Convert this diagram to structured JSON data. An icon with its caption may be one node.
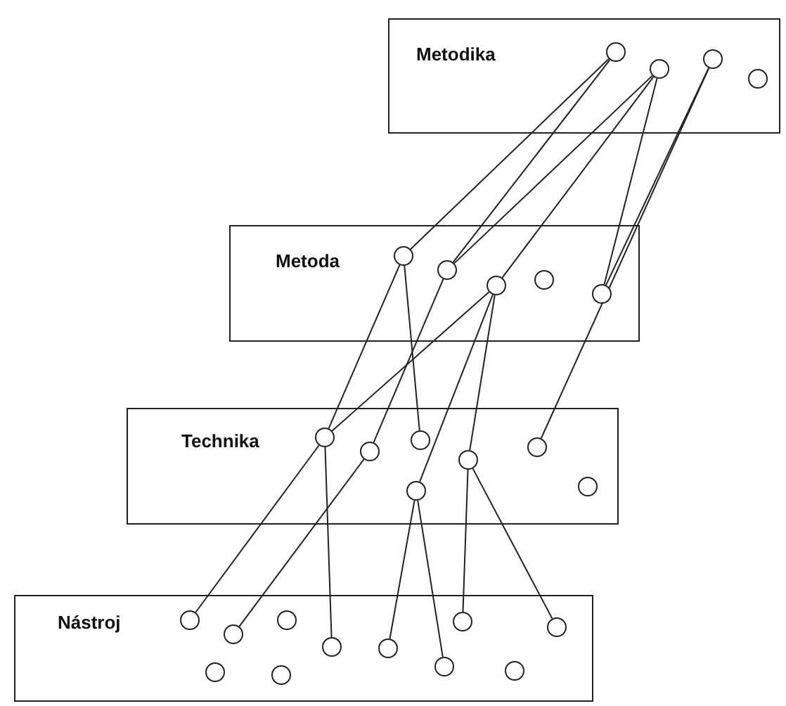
{
  "diagram": {
    "nodes": [
      {
        "text": [
          "Metodika"
        ]
      },
      {
        "text": [],
        "shape": "circle",
        "in": 0
      },
      {
        "text": [],
        "shape": "circle",
        "in": 0
      },
      {
        "text": [],
        "shape": "circle",
        "in": 0
      },
      {
        "text": [],
        "shape": "circle",
        "in": 0
      },
      {
        "text": [
          "Metoda"
        ]
      },
      {
        "text": [],
        "shape": "circle",
        "in": 5
      },
      {
        "text": [],
        "shape": "circle",
        "in": 5
      },
      {
        "text": [],
        "shape": "circle",
        "in": 5
      },
      {
        "text": [],
        "shape": "circle",
        "in": 5
      },
      {
        "text": [],
        "shape": "circle",
        "in": 5
      },
      {
        "text": [
          "Technika"
        ]
      },
      {
        "text": [],
        "shape": "circle",
        "in": 11
      },
      {
        "text": [],
        "shape": "circle",
        "in": 11
      },
      {
        "text": [],
        "shape": "circle",
        "in": 11
      },
      {
        "text": [],
        "shape": "circle",
        "in": 11
      },
      {
        "text": [],
        "shape": "circle",
        "in": 11
      },
      {
        "text": [],
        "shape": "circle",
        "in": 11
      },
      {
        "text": [],
        "shape": "circle",
        "in": 11
      },
      {
        "text": [
          "Nástroj"
        ]
      },
      {
        "text": [],
        "shape": "circle",
        "in": 19
      },
      {
        "text": [],
        "shape": "circle",
        "in": 19
      },
      {
        "text": [],
        "shape": "circle",
        "in": 19
      },
      {
        "text": [],
        "shape": "circle",
        "in": 19
      },
      {
        "text": [],
        "shape": "circle",
        "in": 19
      },
      {
        "text": [],
        "shape": "circle",
        "in": 19
      },
      {
        "text": [],
        "shape": "circle",
        "in": 19
      },
      {
        "text": [],
        "shape": "circle",
        "in": 19
      },
      {
        "text": [],
        "shape": "circle",
        "in": 19
      },
      {
        "text": [],
        "shape": "circle",
        "in": 19
      },
      {
        "text": [],
        "shape": "circle",
        "in": 19
      }
    ],
    "edges": [
      {
        "from": 1,
        "to": 6,
        "arrow": "none"
      },
      {
        "from": 1,
        "to": 7,
        "arrow": "none"
      },
      {
        "from": 2,
        "to": 7,
        "arrow": "none"
      },
      {
        "from": 2,
        "to": 8,
        "arrow": "none"
      },
      {
        "from": 2,
        "to": 10,
        "arrow": "none"
      },
      {
        "from": 3,
        "to": 10,
        "arrow": "none"
      },
      {
        "from": 3,
        "to": 16,
        "arrow": "none"
      },
      {
        "from": 6,
        "to": 12,
        "arrow": "none"
      },
      {
        "from": 6,
        "to": 14,
        "arrow": "none"
      },
      {
        "from": 7,
        "to": 13,
        "arrow": "none"
      },
      {
        "from": 8,
        "to": 12,
        "arrow": "none"
      },
      {
        "from": 8,
        "to": 18,
        "arrow": "none"
      },
      {
        "from": 8,
        "to": 15,
        "arrow": "none"
      },
      {
        "from": 12,
        "to": 20,
        "arrow": "none"
      },
      {
        "from": 12,
        "to": 23,
        "arrow": "none"
      },
      {
        "from": 13,
        "to": 21,
        "arrow": "none"
      },
      {
        "from": 18,
        "to": 24,
        "arrow": "none"
      },
      {
        "from": 18,
        "to": 25,
        "arrow": "none"
      },
      {
        "from": 15,
        "to": 26,
        "arrow": "none"
      },
      {
        "from": 15,
        "to": 27,
        "arrow": "none"
      }
    ]
  }
}
